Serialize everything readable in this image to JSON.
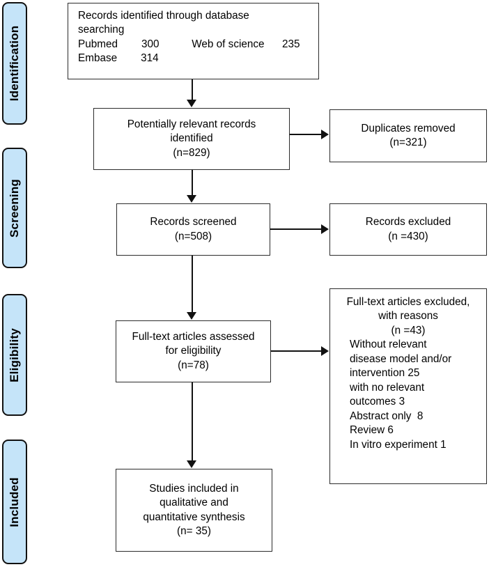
{
  "diagram": {
    "type": "prisma-flow-diagram",
    "title": "PRISMA study selection flow diagram",
    "colors": {
      "phase_fill": "#c5e4f9",
      "phase_border": "#111111",
      "box_border": "#2b2b2b",
      "box_fill": "#ffffff",
      "connector": "#111111"
    }
  },
  "phases": [
    {
      "id": "identification",
      "label": "Identification"
    },
    {
      "id": "screening",
      "label": "Screening"
    },
    {
      "id": "eligibility",
      "label": "Eligibility"
    },
    {
      "id": "included",
      "label": "Included"
    }
  ],
  "boxes": {
    "identified": {
      "title_line_1": "Records identified through database",
      "title_line_2": "searching",
      "sources": [
        {
          "name_a": "Pubmed",
          "count_a": "300",
          "name_b": "Web of science",
          "count_b": "235"
        },
        {
          "name_a": "Embase",
          "count_a": "314",
          "name_b": "",
          "count_b": ""
        }
      ],
      "row_1": "Pubmed        300           Web of science      235",
      "row_2": "Embase        314"
    },
    "potentially_relevant": {
      "line_1": "Potentially relevant records",
      "line_2": "identified",
      "line_3": "(n=829)",
      "count": 829
    },
    "duplicates_removed": {
      "line_1": "Duplicates removed",
      "line_2": "(n=321)",
      "count": 321
    },
    "records_screened": {
      "line_1": "Records screened",
      "line_2": "(n=508)",
      "count": 508
    },
    "records_excluded": {
      "line_1": "Records excluded",
      "line_2": "(n =430)",
      "count": 430
    },
    "fulltext_assessed": {
      "line_1": "Full-text articles assessed",
      "line_2": "for eligibility",
      "line_3": "(n=78)",
      "count": 78
    },
    "fulltext_excluded": {
      "head_1": "Full-text articles excluded,",
      "head_2": "with reasons",
      "head_3": "(n =43)",
      "total": 43,
      "reasons": [
        "Without relevant",
        "disease model and/or",
        "intervention 25",
        "with no relevant",
        "outcomes 3",
        "Abstract only  8",
        "Review 6",
        "In vitro experiment 1"
      ],
      "reason_items": [
        {
          "text": "Without relevant disease model and/or intervention",
          "count": 25
        },
        {
          "text": "with no relevant outcomes",
          "count": 3
        },
        {
          "text": "Abstract only",
          "count": 8
        },
        {
          "text": "Review",
          "count": 6
        },
        {
          "text": "In vitro experiment",
          "count": 1
        }
      ]
    },
    "studies_included": {
      "line_1": "Studies included in",
      "line_2": "qualitative and",
      "line_3": "quantitative synthesis",
      "line_4": "(n= 35)",
      "count": 35
    }
  }
}
